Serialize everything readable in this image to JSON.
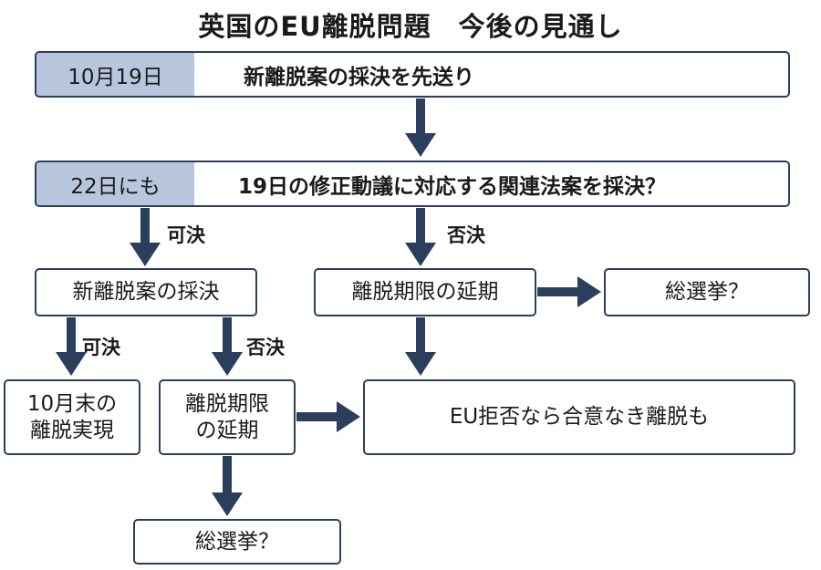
{
  "title": "英国のEU離脱問題　今後の見通し",
  "row1": {
    "date": "10月19日",
    "text": "新離脱案の採決を先送り"
  },
  "row2": {
    "date": "22日にも",
    "text": "19日の修正動議に対応する関連法案を採決？"
  },
  "branch_labels": {
    "pass_left": "可決",
    "reject_right": "否決",
    "pass_lower": "可決",
    "reject_lower": "否決"
  },
  "boxes": {
    "new_deal_vote": "新離脱案の採決",
    "extend_right": "離脱期限の延期",
    "election_right": "総選挙？",
    "brexit_end_oct_line1": "10月末の",
    "brexit_end_oct_line2": "離脱実現",
    "extend_lower_line1": "離脱期限",
    "extend_lower_line2": "の延期",
    "no_deal": "EU拒否なら合意なき離脱も",
    "election_lower": "総選挙？"
  },
  "colors": {
    "arrow": "#2b3f5c",
    "date_fill": "#b7c6dc",
    "border": "#2b3f5c"
  }
}
